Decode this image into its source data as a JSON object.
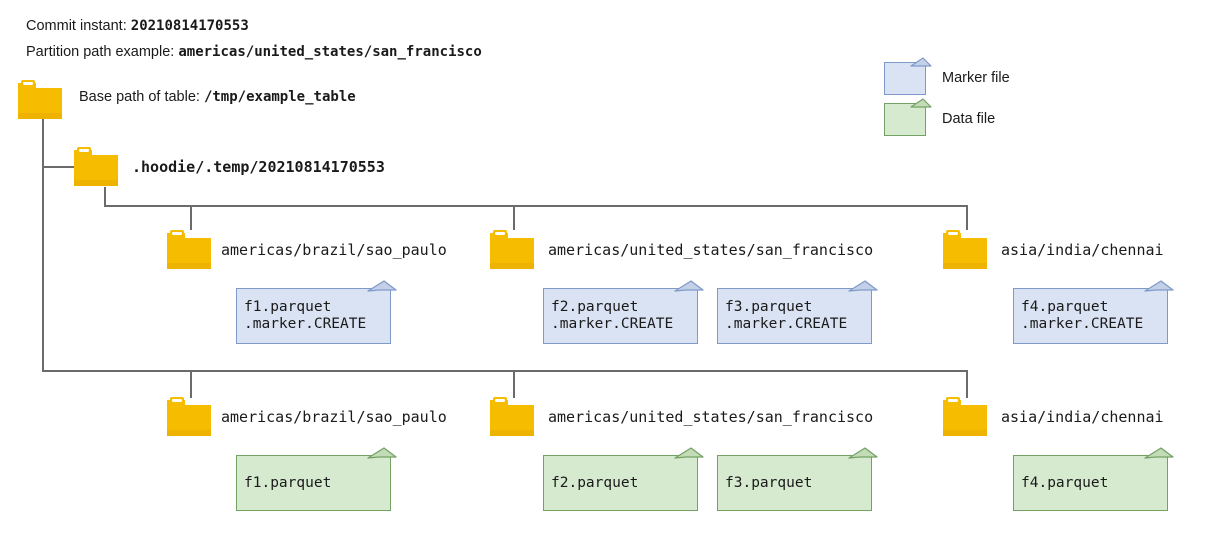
{
  "header": {
    "commit_label": "Commit instant:",
    "commit_value": "20210814170553",
    "partition_label": "Partition path example:",
    "partition_value": "americas/united_states/san_francisco"
  },
  "legend": {
    "items": [
      {
        "label": "Marker file",
        "color": "#dae3f3",
        "border": "#7f9ac8"
      },
      {
        "label": "Data file",
        "color": "#d6ead0",
        "border": "#74a264"
      }
    ]
  },
  "tree": {
    "base": {
      "label_prefix": "Base path of table:",
      "label_value": "/tmp/example_table"
    },
    "temp": {
      "label": ".hoodie/.temp/20210814170553"
    },
    "marker_partitions": [
      {
        "label": "americas/brazil/sao_paulo"
      },
      {
        "label": "americas/united_states/san_francisco"
      },
      {
        "label": "asia/india/chennai"
      }
    ],
    "data_partitions": [
      {
        "label": "americas/brazil/sao_paulo"
      },
      {
        "label": "americas/united_states/san_francisco"
      },
      {
        "label": "asia/india/chennai"
      }
    ],
    "marker_files": [
      {
        "line1": "f1.parquet",
        "line2": ".marker.CREATE"
      },
      {
        "line1": "f2.parquet",
        "line2": ".marker.CREATE"
      },
      {
        "line1": "f3.parquet",
        "line2": ".marker.CREATE"
      },
      {
        "line1": "f4.parquet",
        "line2": ".marker.CREATE"
      }
    ],
    "data_files": [
      {
        "line1": "f1.parquet"
      },
      {
        "line1": "f2.parquet"
      },
      {
        "line1": "f3.parquet"
      },
      {
        "line1": "f4.parquet"
      }
    ]
  },
  "colors": {
    "folder": "#f5bc00",
    "folder_dark": "#e8a900",
    "line": "#6b6b6b"
  }
}
